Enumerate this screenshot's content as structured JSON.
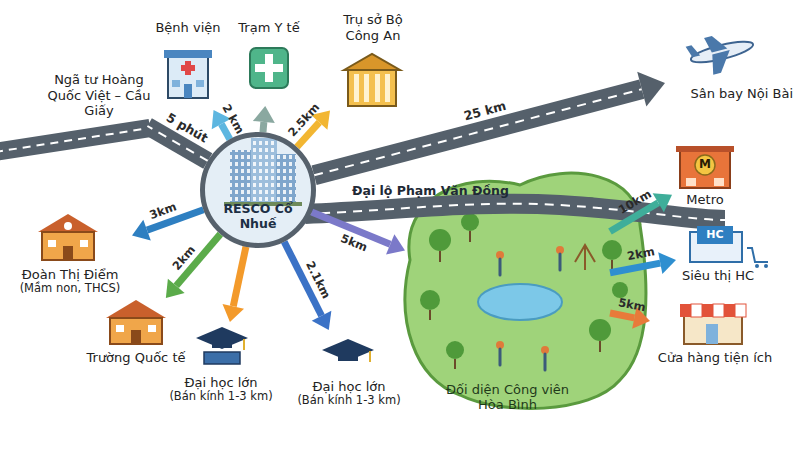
{
  "diagram": {
    "nodes": [
      {
        "text": [
          "Bệnh viện"
        ]
      },
      {
        "text": [
          "Trạm Y tế"
        ]
      },
      {
        "text": [
          "Trụ sở Bộ Công An"
        ]
      },
      {
        "text": [
          "Ngã tư Hoàng Quốc Việt – Cầu Giấy"
        ]
      },
      {
        "text": [
          "Sân bay Nội Bài"
        ]
      },
      {
        "text": [
          "RESCO Cổ Nhuế"
        ]
      },
      {
        "text": [
          "Metro"
        ]
      },
      {
        "text": [
          "Đoàn Thị Điểm",
          "(Mầm non, THCS)"
        ]
      },
      {
        "text": [
          "Siêu thị HC"
        ]
      },
      {
        "text": [
          "Trường Quốc tế"
        ]
      },
      {
        "text": [
          "Cửa hàng tiện ích"
        ]
      },
      {
        "text": [
          "Đại học lớn",
          "(Bán kính 1-3 km)"
        ]
      },
      {
        "text": [
          "Đại học lớn",
          "(Bán kính 1-3 km)"
        ]
      },
      {
        "text": [
          "Đối diện Công viên Hòa Bình"
        ]
      }
    ],
    "edges": [
      {
        "from": 5,
        "to": 0,
        "label": "2 km",
        "arrow": "to"
      },
      {
        "from": 5,
        "to": 1,
        "arrow": "to"
      },
      {
        "from": 5,
        "to": 2,
        "label": "2.5km",
        "arrow": "to"
      },
      {
        "from": 5,
        "to": 3,
        "label": "5 phút",
        "arrow": "none"
      },
      {
        "from": 5,
        "to": 4,
        "label": "25 km",
        "arrow": "to"
      },
      {
        "from": 5,
        "to": 7,
        "label": "3km",
        "arrow": "to"
      },
      {
        "from": 5,
        "to": 9,
        "label": "2km",
        "arrow": "to"
      },
      {
        "from": 5,
        "to": 11,
        "arrow": "to"
      },
      {
        "from": 5,
        "to": 12,
        "label": "2.1km",
        "arrow": "to"
      },
      {
        "from": 5,
        "to": 13,
        "label": "5km",
        "arrow": "to"
      },
      {
        "from": 13,
        "to": 6,
        "label": "10km",
        "arrow": "to"
      },
      {
        "from": 13,
        "to": 8,
        "label": "2km",
        "arrow": "to"
      },
      {
        "from": 13,
        "to": 10,
        "label": "5km",
        "arrow": "to"
      }
    ],
    "labels": [
      "Đại lộ Phạm Văn Đồng",
      "M",
      "HC"
    ]
  }
}
